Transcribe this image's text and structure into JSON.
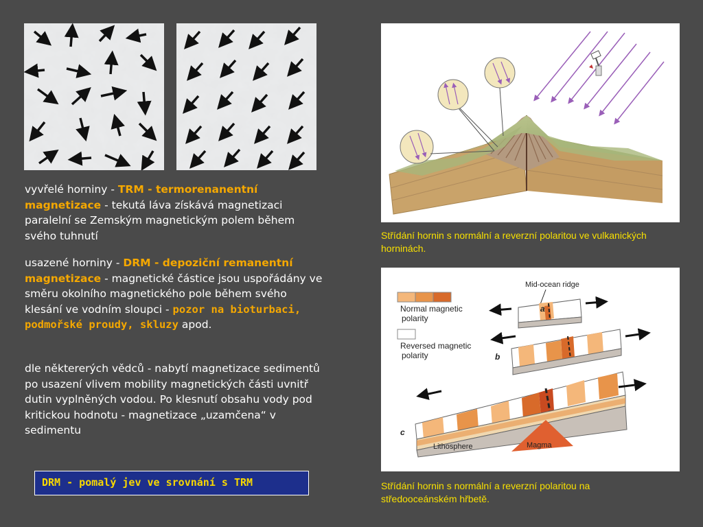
{
  "left_images": {
    "random_alt": "náhodně orientované magnetické domény",
    "aligned_alt": "usměrněné magnetické domény"
  },
  "paragraphs": {
    "p1": {
      "lead": "vyvřelé horniny - ",
      "term": "TRM - termorenanentní magnetizace",
      "rest": " - tekutá láva získává magnetizaci paralelní se Zemským magnetickým polem během svého tuhnutí"
    },
    "p2": {
      "lead": "usazené horniny - ",
      "term": "DRM - depoziční remanentní magnetizace",
      "rest": " - magnetické částice jsou uspořádány ve směru okolního magnetického pole během svého klesání ve vodním sloupci - ",
      "warning": "pozor na bioturbaci, podmořské proudy, skluzy",
      "tail": " apod."
    },
    "p3": {
      "text": "dle některerých vědců - nabytí magnetizace sedimentů  po usazení vlivem mobility magnetických části uvnitř dutin vyplněných vodou. Po klesnutí obsahu vody pod kritickou hodnotu - magnetizace „uzamčena“ v sedimentu"
    }
  },
  "callout": {
    "text": "DRM - pomalý jev ve srovnání s TRM"
  },
  "figure_top": {
    "caption": "Střídání hornin s normální a reverzní polaritou ve vulkanických horninách."
  },
  "figure_bottom": {
    "labels": {
      "ridge": "Mid-ocean ridge",
      "normal": "Normal magnetic polarity",
      "normal_l1": "Normal magnetic",
      "normal_l2": "polarity",
      "reversed_l1": "Reversed magnetic",
      "reversed_l2": "polarity",
      "a": "a",
      "b": "b",
      "c": "c",
      "lithosphere": "Lithosphere",
      "magma": "Magma"
    },
    "caption": "Střídání hornin s normální a reverzní polaritou na středooceánském hřbetě."
  },
  "colors": {
    "background": "#4a4a4a",
    "highlight": "#f5a800",
    "caption": "#f8e000",
    "callout_bg": "#1d2f8c",
    "callout_text": "#f8d800",
    "normal_polarity": "#e89a4a",
    "reversed_polarity": "#ffffff",
    "magma": "#d84020"
  }
}
